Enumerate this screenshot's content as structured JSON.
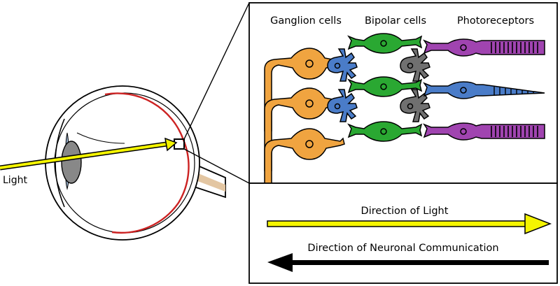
{
  "labels": {
    "ganglion": "Ganglion cells",
    "bipolar": "Bipolar cells",
    "photoreceptors": "Photoreceptors",
    "light": "Light",
    "direction_light": "Direction of Light",
    "direction_neuronal": "Direction of Neuronal Communication"
  },
  "colors": {
    "ganglion": "#f0a440",
    "bipolar": "#2aa832",
    "rod": "#a044b0",
    "cone": "#4a7cc8",
    "amacrine": "#4a7cc8",
    "horizontal": "#707070",
    "retina": "#cc2222",
    "nerve": "#e3c6a2",
    "light_ray": "#f5f500",
    "iris": "#98b0cc",
    "lens": "#888888"
  },
  "icons": {
    "eye": "eye-cross-section-icon",
    "ray": "light-ray-icon"
  }
}
